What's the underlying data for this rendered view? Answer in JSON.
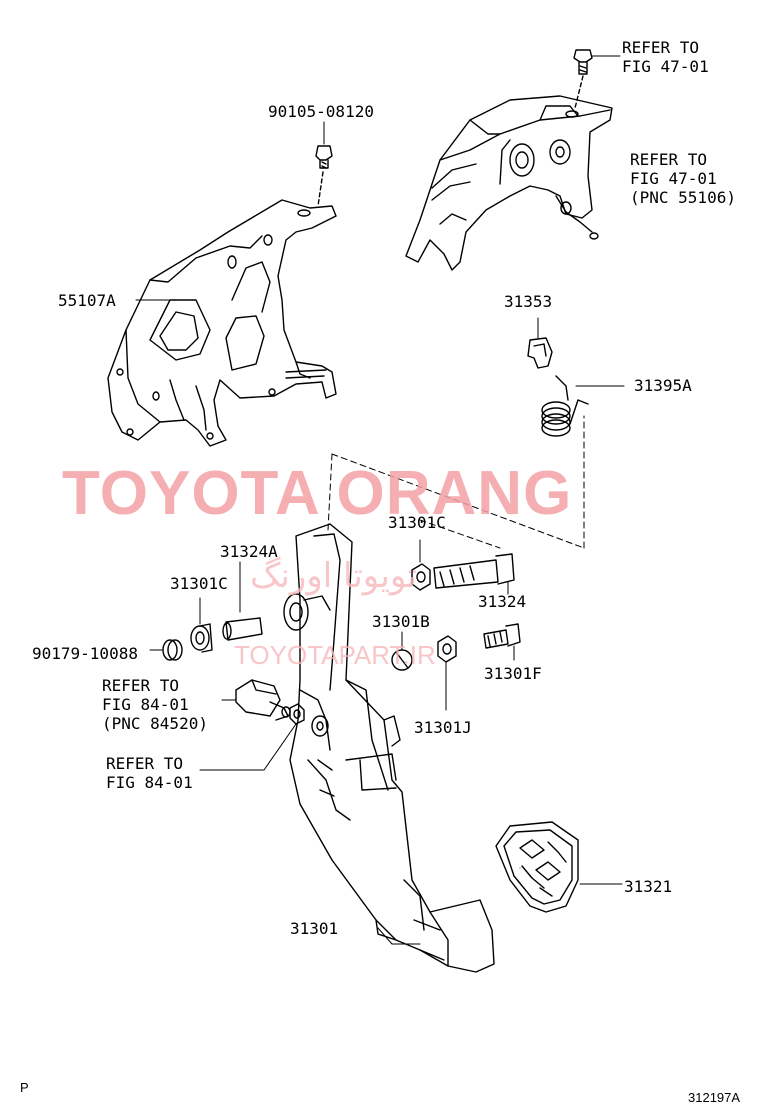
{
  "watermark": {
    "brand": "TOYOTA ORANG",
    "persian": "تویوتا اورنگ",
    "site": "TOYOTAPART.IR"
  },
  "labels": {
    "refer_top_1": "REFER TO\nFIG 47-01",
    "refer_top_2": "REFER TO\nFIG 47-01\n(PNC 55106)",
    "p_90105": "90105-08120",
    "p_55107A": "55107A",
    "p_31353": "31353",
    "p_31395A": "31395A",
    "p_31301C_a": "31301C",
    "p_31324A": "31324A",
    "p_31301C_b": "31301C",
    "p_31324": "31324",
    "p_31301B": "31301B",
    "p_90179": "90179-10088",
    "p_31301F": "31301F",
    "refer_mid_1": "REFER TO\nFIG 84-01\n(PNC 84520)",
    "p_31301J": "31301J",
    "refer_mid_2": "REFER TO\nFIG 84-01",
    "p_31321": "31321",
    "p_31301": "31301"
  },
  "footer": {
    "left": "P",
    "right": "312197A"
  },
  "colors": {
    "line": "#000000",
    "watermark": "#f4a0a4"
  }
}
